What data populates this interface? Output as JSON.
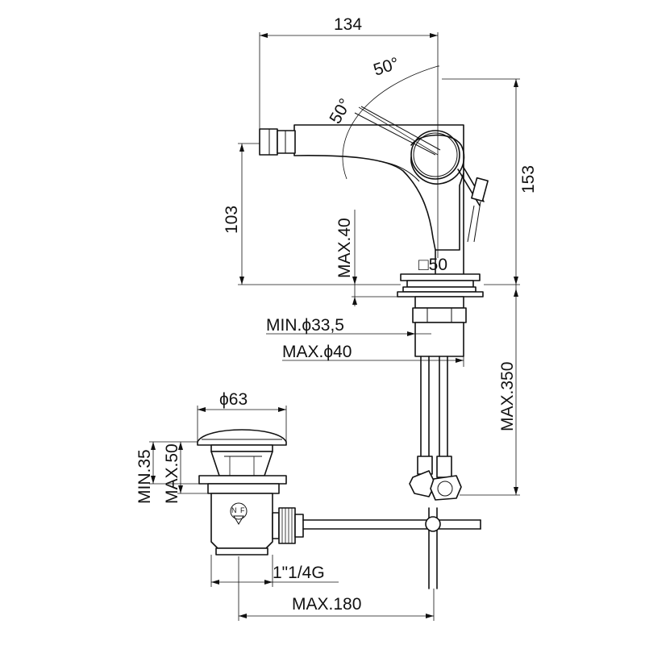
{
  "dimensions": {
    "width_top": "134",
    "angle_right": "50°",
    "angle_left": "50°",
    "height_total": "153",
    "spout_height": "103",
    "max_deck": "MAX.40",
    "square_base": "□50",
    "min_hole": "MIN.ϕ33,5",
    "max_hole": "MAX.ϕ40",
    "max_hose": "MAX.350",
    "waste_diameter": "ϕ63",
    "min_waste": "MIN.35",
    "max_waste": "MAX.50",
    "thread": "1\"1/4G",
    "max_rod": "MAX.180"
  },
  "waste_marks": {
    "n": "N",
    "f": "F"
  }
}
